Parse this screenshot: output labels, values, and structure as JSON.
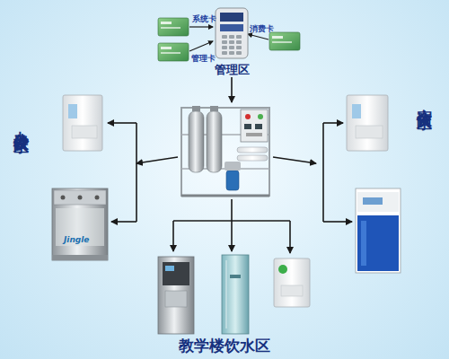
{
  "diagram": {
    "nodes": [
      {
        "text": [
          "管理区"
        ]
      }
    ],
    "labels": [
      "系统卡",
      "消费卡",
      "管理卡",
      "办公楼饮水区",
      "宿舍饮水区",
      "Jingle",
      "教学楼饮水区"
    ]
  }
}
